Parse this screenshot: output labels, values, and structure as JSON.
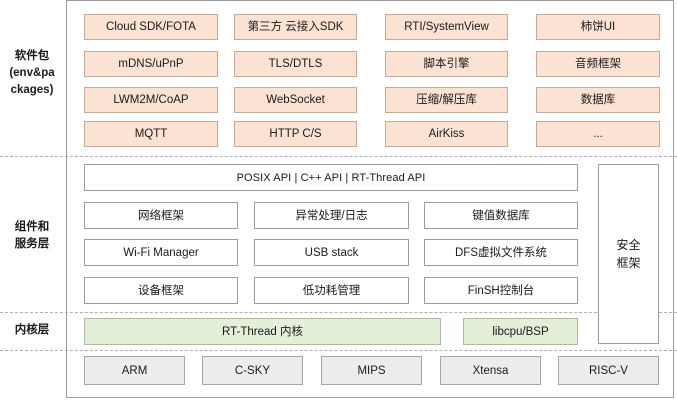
{
  "layers": {
    "packages_label": [
      "软件包",
      "(env&pa",
      "ckages)"
    ],
    "components_label": [
      "组件和",
      "服务层"
    ],
    "kernel_label": "内核层"
  },
  "packages": [
    [
      "Cloud SDK/FOTA",
      "第三方 云接入SDK",
      "RTI/SystemView",
      "柿饼UI"
    ],
    [
      "mDNS/uPnP",
      "TLS/DTLS",
      "脚本引擎",
      "音频框架"
    ],
    [
      "LWM2M/CoAP",
      "WebSocket",
      "压缩/解压库",
      "数据库"
    ],
    [
      "MQTT",
      "HTTP C/S",
      "AirKiss",
      "..."
    ]
  ],
  "components": {
    "api_bar": "POSIX API  |  C++ API  |  RT-Thread API",
    "rows": [
      [
        "网络框架",
        "异常处理/日志",
        "键值数据库"
      ],
      [
        "Wi-Fi Manager",
        "USB stack",
        "DFS虚拟文件系统"
      ],
      [
        "设备框架",
        "低功耗管理",
        "FinSH控制台"
      ]
    ],
    "security": "安全框架"
  },
  "kernel": {
    "core": "RT-Thread  内核",
    "libcpu": "libcpu/BSP"
  },
  "architectures": [
    "ARM",
    "C-SKY",
    "MIPS",
    "Xtensa",
    "RISC-V"
  ],
  "colors": {
    "package_fill": "#fbe2d3",
    "kernel_fill": "#e4efd9",
    "arch_fill": "#ededed"
  }
}
